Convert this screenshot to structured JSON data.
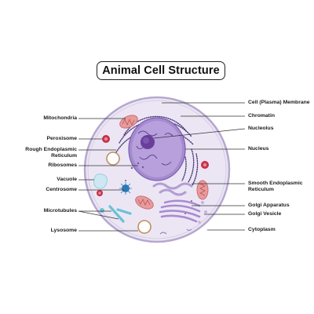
{
  "title": "Animal Cell Structure",
  "labels": {
    "cell_membrane": "Cell (Plasma) Membrane",
    "chromatin": "Chromatin",
    "nucleolus": "Nucleolus",
    "nucleus": "Nucleus",
    "smooth_er": "Smooth Endoplasmic Reticulum",
    "golgi_apparatus": "Golgi Apparatus",
    "golgi_vesicle": "Golgi Vesicle",
    "cytoplasm": "Cytoplasm",
    "mitochondria": "Mitochondria",
    "peroxisome": "Peroxisome",
    "rough_er": "Rough Endoplasmic Reticulum",
    "ribosomes": "Ribosomes",
    "vacuole": "Vacuole",
    "centrosome": "Centrosome",
    "microtubules": "Microtubules",
    "lysosome": "Lysosome"
  },
  "colors": {
    "cell_fill": "#ece6f4",
    "membrane": "#b6a8cf",
    "nucleus": "#9c7fc8",
    "nucleolus": "#6a3f9c",
    "chromatin": "#5b3d8a",
    "mitochondria": "#e99b9b",
    "peroxisome": "#c62f47",
    "vacuole": "#cde8f3",
    "centrosome": "#2a7bb8",
    "microtubule": "#6cc1d6",
    "lysosome": "#c08f60",
    "smooth_er": "#b39dd3",
    "golgi": "#a98bd0"
  }
}
